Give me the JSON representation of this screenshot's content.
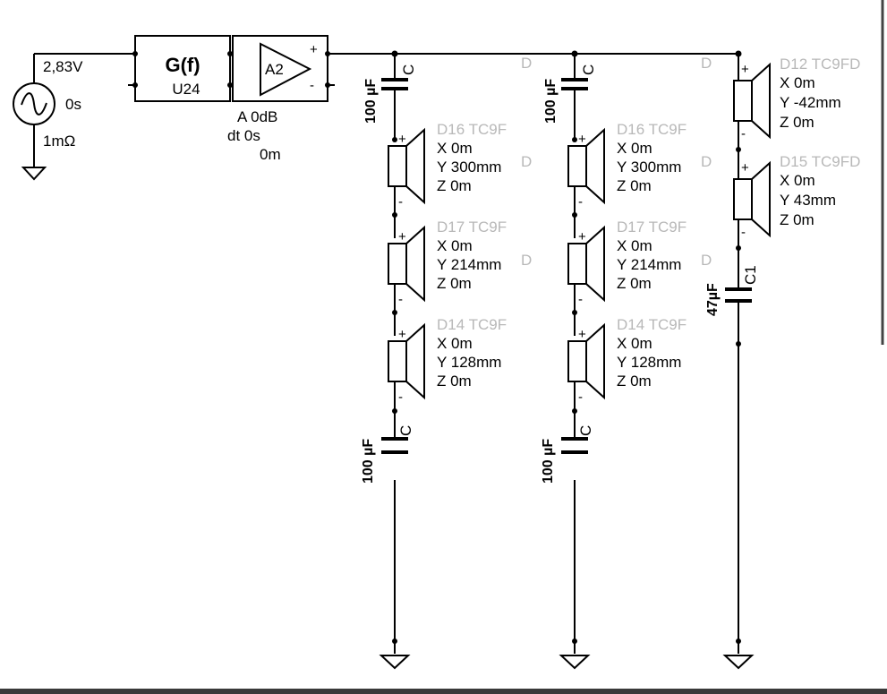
{
  "source": {
    "voltage": "2,83V",
    "delay": "0s",
    "resistance": "1mΩ"
  },
  "filter_block": {
    "title": "G(f)",
    "ref": "U24"
  },
  "amplifier": {
    "label": "A2",
    "plus": "+",
    "minus": "-",
    "gain": "A  0dB",
    "delay": "dt 0s",
    "distance": "0m"
  },
  "branches": [
    {
      "id": "b1",
      "top_cap": {
        "value": "100 µF",
        "label": "C"
      },
      "bottom_cap": {
        "value": "100 µF",
        "label": "C"
      },
      "drivers": [
        {
          "name": "D16 TC9F",
          "x": "X 0m",
          "y": "Y 300mm",
          "z": "Z 0m",
          "tag": "D"
        },
        {
          "name": "D17 TC9F",
          "x": "X 0m",
          "y": "Y 214mm",
          "z": "Z 0m",
          "tag": "D"
        },
        {
          "name": "D14 TC9F",
          "x": "X 0m",
          "y": "Y 128mm",
          "z": "Z 0m",
          "tag": ""
        }
      ],
      "tag_top": "D"
    },
    {
      "id": "b2",
      "top_cap": {
        "value": "100 µF",
        "label": "C"
      },
      "bottom_cap": {
        "value": "100 µF",
        "label": "C"
      },
      "drivers": [
        {
          "name": "D16 TC9F",
          "x": "X 0m",
          "y": "Y 300mm",
          "z": "Z 0m",
          "tag": "D"
        },
        {
          "name": "D17 TC9F",
          "x": "X 0m",
          "y": "Y 214mm",
          "z": "Z 0m",
          "tag": "D"
        },
        {
          "name": "D14 TC9F",
          "x": "X 0m",
          "y": "Y 128mm",
          "z": "Z 0m",
          "tag": ""
        }
      ],
      "tag_top": "D"
    }
  ],
  "tweeter_branch": {
    "drivers": [
      {
        "name": "D12 TC9FD",
        "x": "X 0m",
        "y": "Y -42mm",
        "z": "Z 0m"
      },
      {
        "name": "D15 TC9FD",
        "x": "X 0m",
        "y": "Y 43mm",
        "z": "Z 0m"
      }
    ],
    "cap": {
      "value": "47µF",
      "label": "C1"
    }
  },
  "pin_plus": "+",
  "pin_minus": "-"
}
